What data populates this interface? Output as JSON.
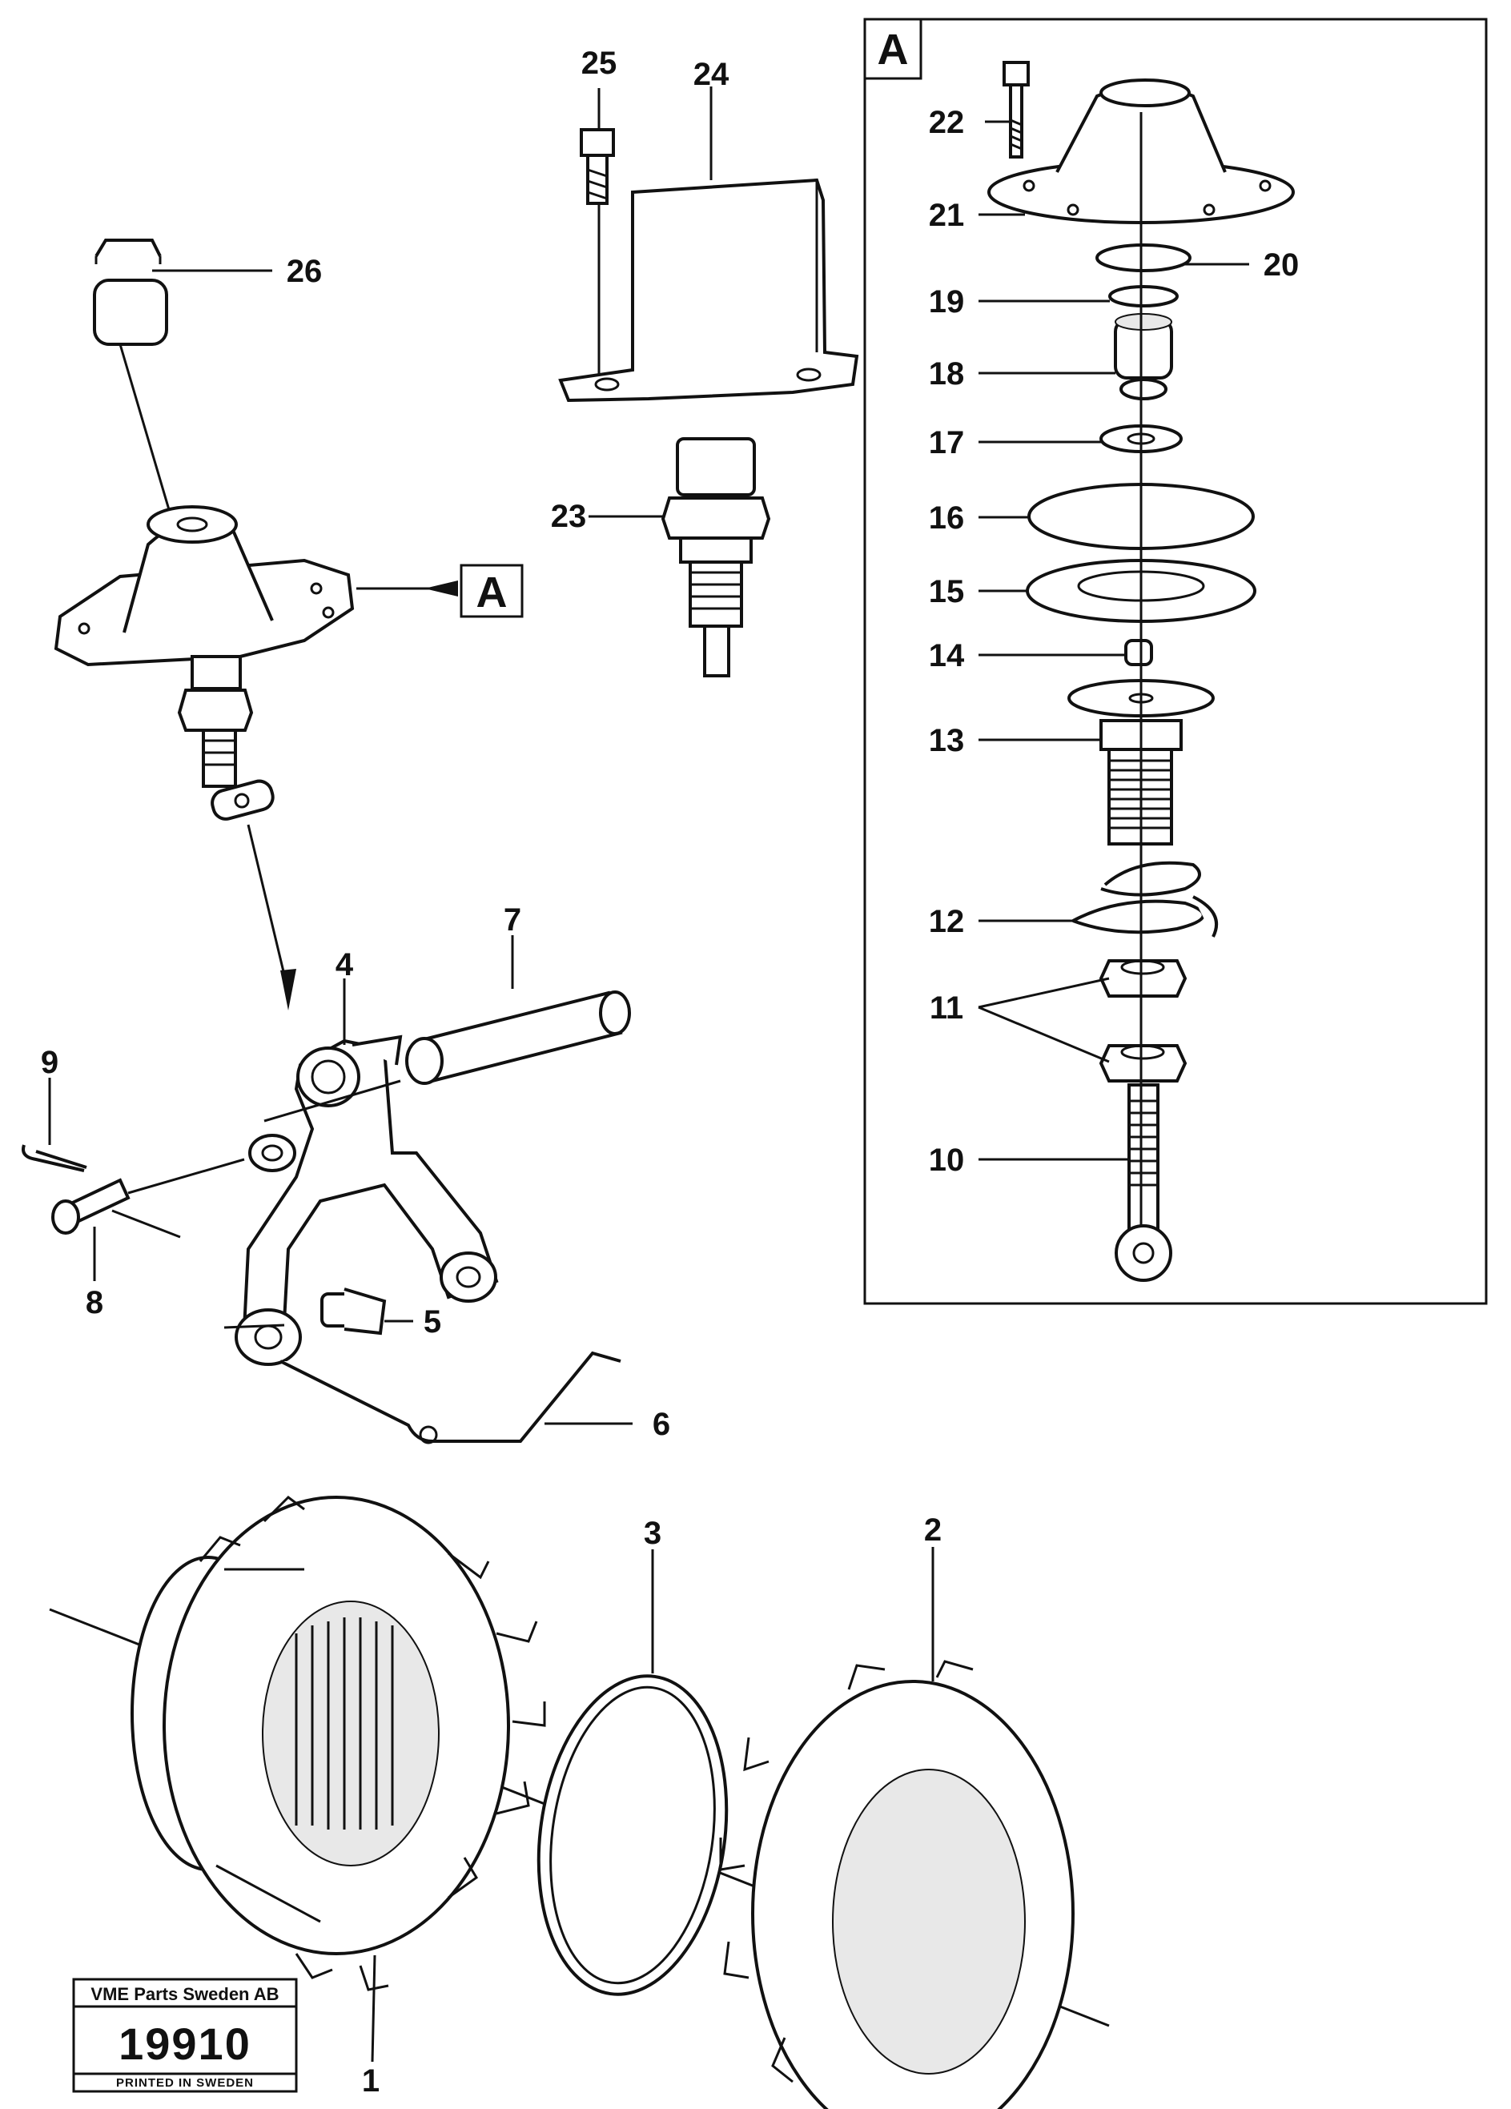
{
  "labels": {
    "p1": "1",
    "p2": "2",
    "p3": "3",
    "p4": "4",
    "p5": "5",
    "p6": "6",
    "p7": "7",
    "p8": "8",
    "p9": "9",
    "p10": "10",
    "p11": "11",
    "p12": "12",
    "p13": "13",
    "p14": "14",
    "p15": "15",
    "p16": "16",
    "p17": "17",
    "p18": "18",
    "p19": "19",
    "p20": "20",
    "p21": "21",
    "p22": "22",
    "p23": "23",
    "p24": "24",
    "p25": "25",
    "p26": "26"
  },
  "detail_box": {
    "letter": "A"
  },
  "reference_box": {
    "letter": "A"
  },
  "stamp": {
    "company": "VME Parts Sweden AB",
    "number": "19910",
    "printed": "PRINTED IN SWEDEN"
  }
}
